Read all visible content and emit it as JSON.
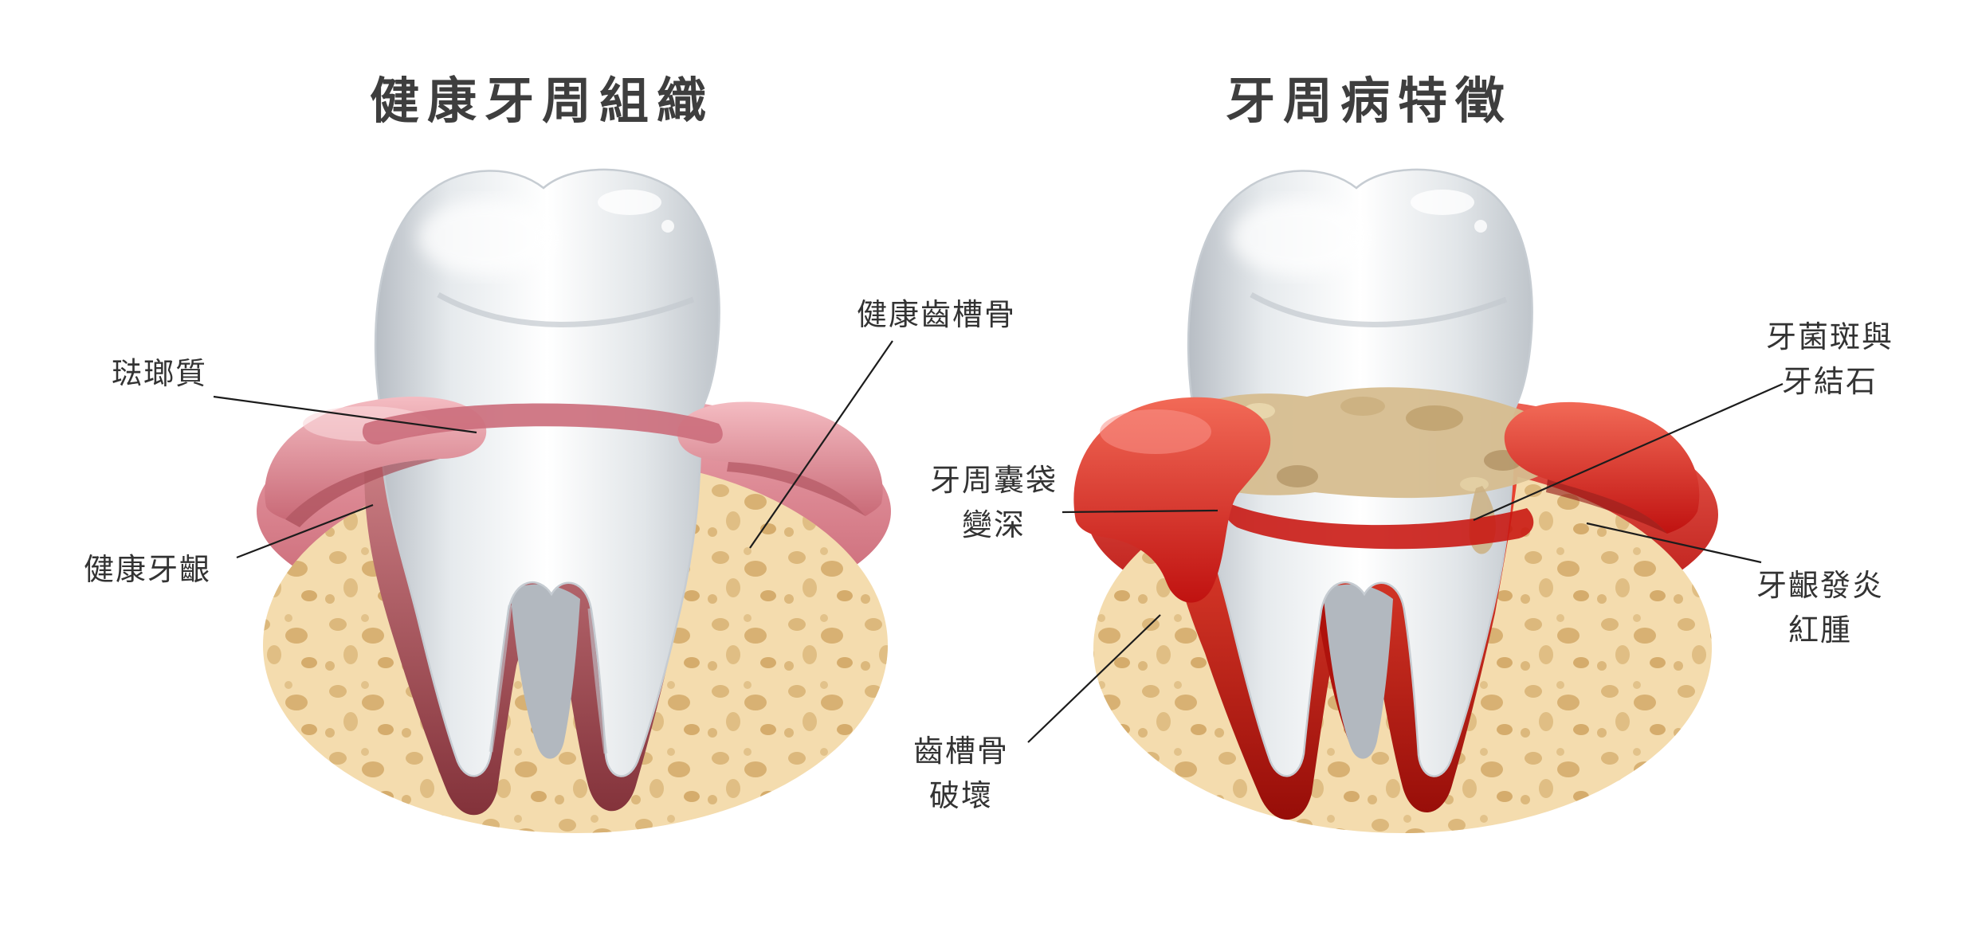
{
  "panels": [
    {
      "id": "healthy",
      "title": "健康牙周組織",
      "labels": [
        {
          "id": "enamel",
          "lines": [
            "琺瑯質"
          ]
        },
        {
          "id": "healthy-gum",
          "lines": [
            "健康牙齦"
          ]
        },
        {
          "id": "healthy-alveolar-bone",
          "lines": [
            "健康齒槽骨"
          ]
        }
      ]
    },
    {
      "id": "diseased",
      "title": "牙周病特徵",
      "labels": [
        {
          "id": "periodontal-pocket-deepening",
          "lines": [
            "牙周囊袋",
            "變深"
          ]
        },
        {
          "id": "plaque-and-tartar",
          "lines": [
            "牙菌斑與",
            "牙結石"
          ]
        },
        {
          "id": "gum-inflammation-swelling",
          "lines": [
            "牙齦發炎",
            "紅腫"
          ]
        },
        {
          "id": "alveolar-bone-destruction",
          "lines": [
            "齒槽骨",
            "破壞"
          ]
        }
      ]
    }
  ],
  "colors": {
    "background": "#ffffff",
    "title_text": "#3e3e3e",
    "label_text": "#333333",
    "leader_line": "#1c1c1c",
    "bone": "#f4dcae",
    "bone_speckle": "#d8b173",
    "healthy_gum": "#dd8793",
    "inflamed_gum": "#d6160f",
    "tartar": "#d6bd8f",
    "tooth": "#eef1f3"
  }
}
